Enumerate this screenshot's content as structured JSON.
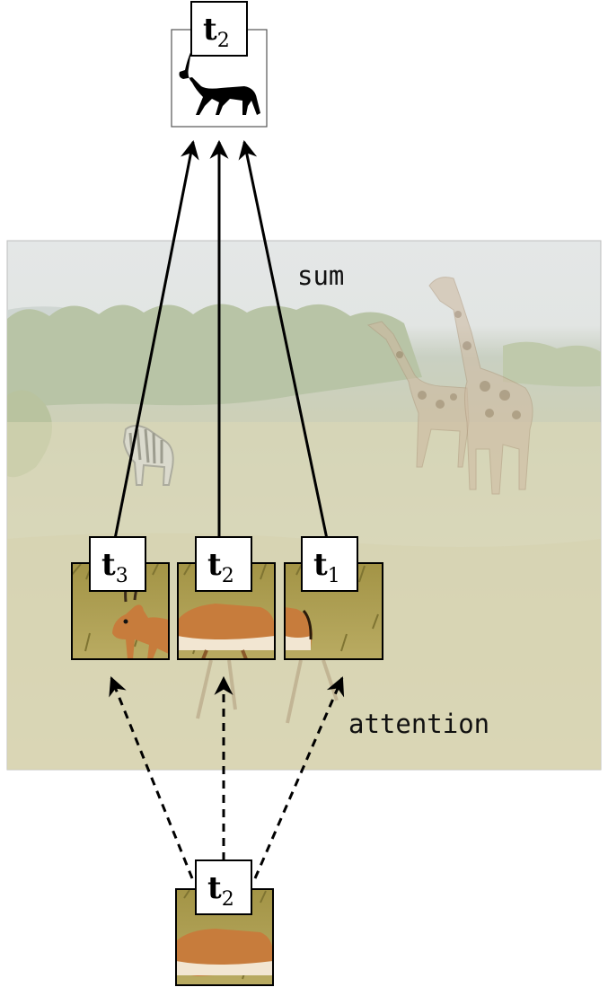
{
  "labels": {
    "sum": "sum",
    "attention": "attention"
  },
  "output_token": {
    "symbol": "t",
    "sub": "2"
  },
  "tokens": [
    {
      "symbol": "t",
      "sub": "3"
    },
    {
      "symbol": "t",
      "sub": "2"
    },
    {
      "symbol": "t",
      "sub": "1"
    }
  ],
  "query_token": {
    "symbol": "t",
    "sub": "2"
  },
  "icons": {
    "output": "antelope-silhouette-icon"
  },
  "colors": {
    "stroke": "#000000",
    "scene_sky": "#dfe3e3",
    "scene_grass": "#d9d6b3",
    "patch_grass": "#b7a65a",
    "antelope": "#c77c3c"
  }
}
